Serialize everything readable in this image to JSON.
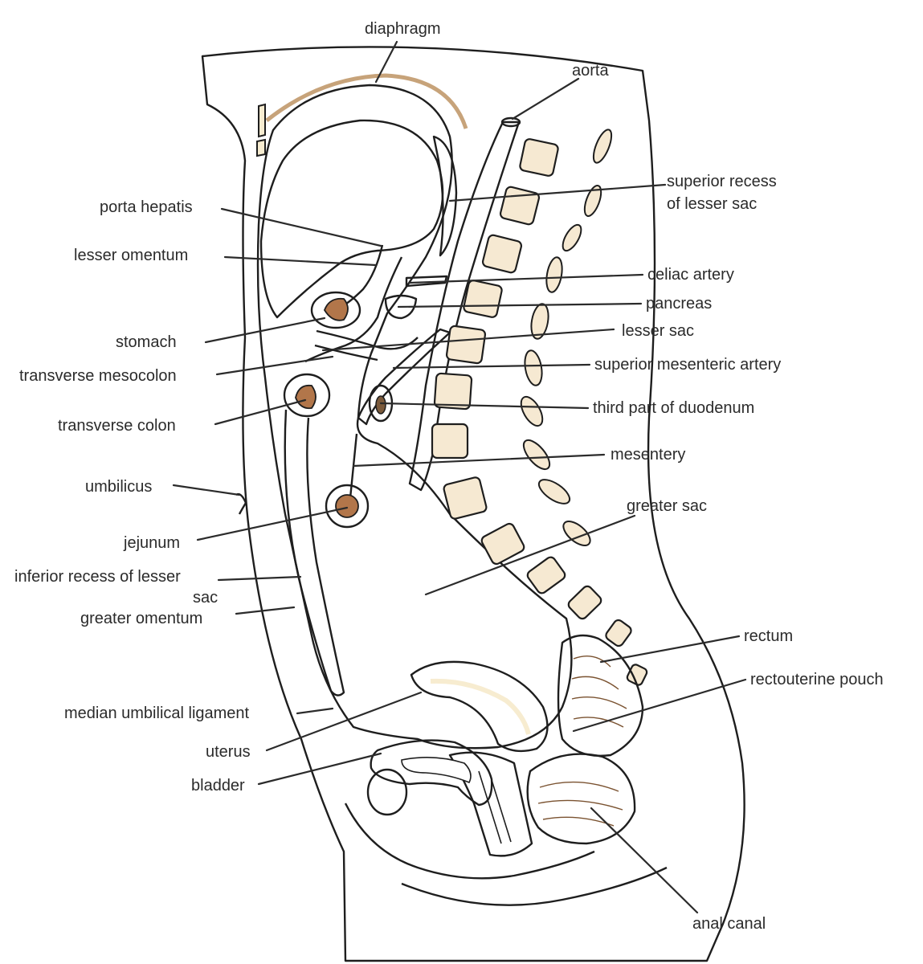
{
  "labels": {
    "diaphragm": "diaphragm",
    "aorta": "aorta",
    "superior_recess_1": "superior recess",
    "superior_recess_2": "of lesser sac",
    "porta_hepatis": "porta hepatis",
    "lesser_omentum": "lesser omentum",
    "celiac_artery": "celiac artery",
    "pancreas": "pancreas",
    "stomach": "stomach",
    "lesser_sac": "lesser sac",
    "transverse_mesocolon": "transverse mesocolon",
    "superior_mesenteric_artery": "superior mesenteric artery",
    "transverse_colon": "transverse colon",
    "third_part_duodenum": "third part of duodenum",
    "mesentery": "mesentery",
    "umbilicus": "umbilicus",
    "greater_sac": "greater sac",
    "jejunum": "jejunum",
    "inferior_recess_1": "inferior recess of lesser",
    "inferior_recess_2": "sac",
    "greater_omentum": "greater omentum",
    "rectum": "rectum",
    "rectouterine_pouch": "rectouterine pouch",
    "median_umbilical_ligament": "median umbilical ligament",
    "uterus": "uterus",
    "bladder": "bladder",
    "anal_canal": "anal canal"
  },
  "colors": {
    "body": "#f7ecd0",
    "peritoneal_cavity": "#cfe7ef",
    "liver": "#8e4a25",
    "liver_highlight": "#c98f66",
    "aorta": "#dd6b82",
    "vertebra": "#f6e9d2",
    "uterus": "#d8b48c",
    "rectum": "#bf8d55"
  }
}
